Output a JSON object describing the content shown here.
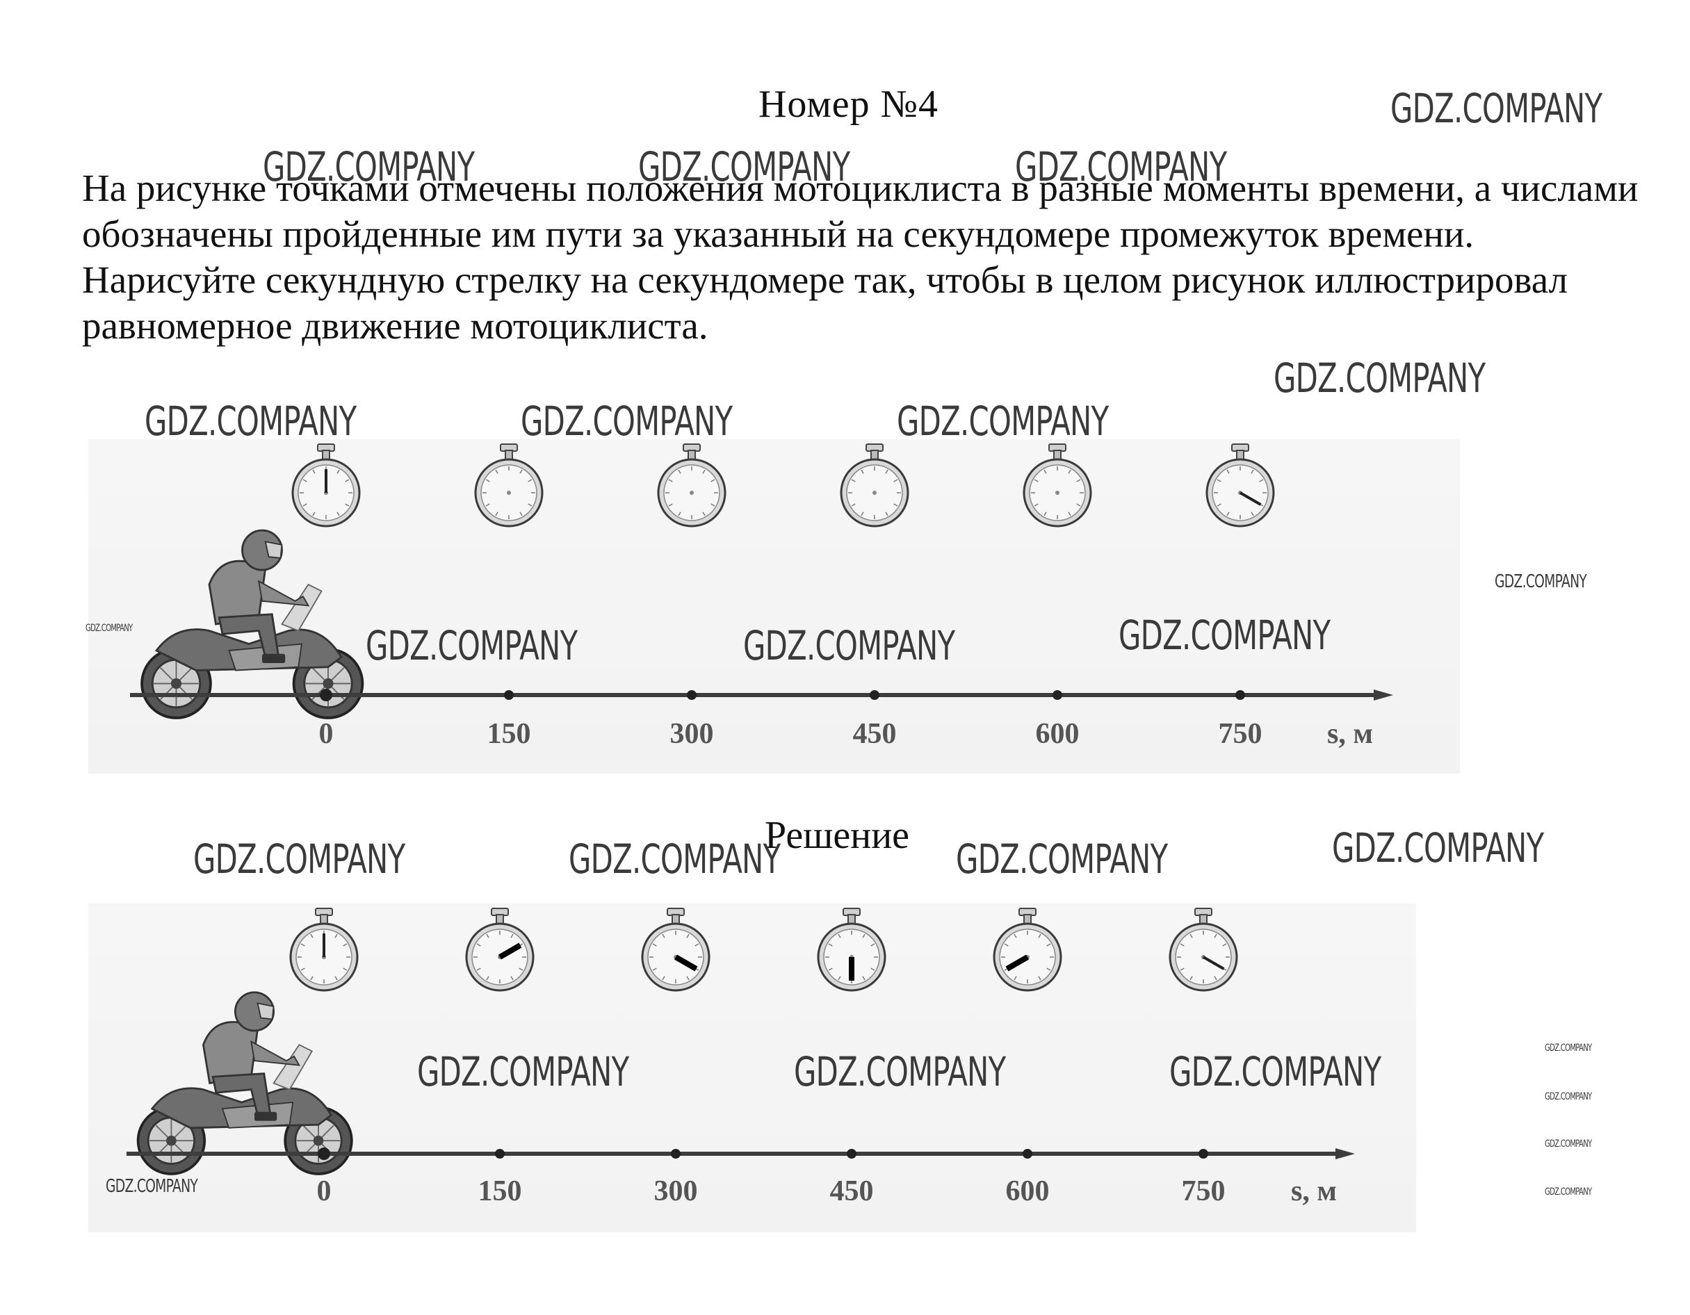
{
  "title": "Номер №4",
  "task_text": "На рисунке точками отмечены положения мотоциклиста в разные моменты времени, а числами обозначены пройденные им пути за указанный на секундомере промежуток времени. Нарисуйте секундную стрелку на секундомере так, чтобы в целом рисунок иллюстрировал равномерное движение мотоциклиста.",
  "solution_heading": "Решение",
  "axis": {
    "ticks": [
      "0",
      "150",
      "300",
      "450",
      "600",
      "750"
    ],
    "label": "s, м"
  },
  "stopwatch_hands_task": [
    {
      "hand": "seconds",
      "angle_deg": 0,
      "visible": true
    },
    {
      "hand": "seconds",
      "visible": false
    },
    {
      "hand": "seconds",
      "visible": false
    },
    {
      "hand": "seconds",
      "visible": false
    },
    {
      "hand": "seconds",
      "visible": false
    },
    {
      "hand": "seconds",
      "angle_deg": 120,
      "visible": true
    }
  ],
  "stopwatch_hands_solution": [
    {
      "hand": "seconds",
      "angle_deg": 0,
      "visible": true
    },
    {
      "hand": "seconds",
      "angle_deg": 60,
      "visible": true
    },
    {
      "hand": "seconds",
      "angle_deg": 120,
      "visible": true
    },
    {
      "hand": "seconds",
      "angle_deg": 180,
      "visible": true
    },
    {
      "hand": "seconds",
      "angle_deg": 240,
      "visible": true
    },
    {
      "hand": "seconds",
      "angle_deg": 120,
      "visible": true
    }
  ],
  "watermark": "GDZ.COMPANY"
}
